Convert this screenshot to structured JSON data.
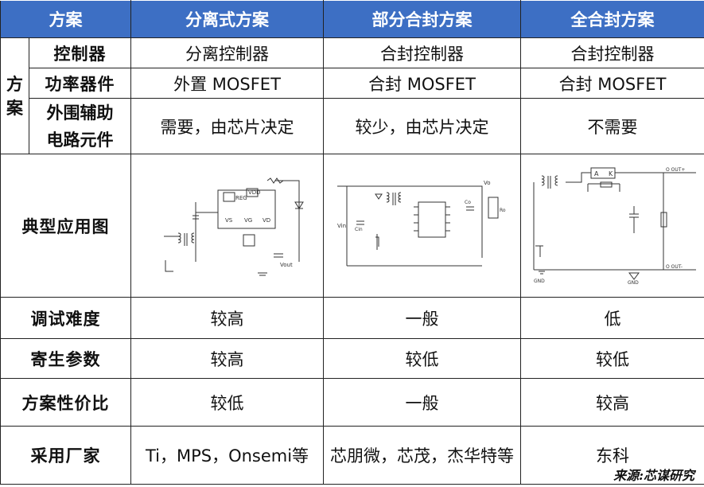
{
  "header": {
    "col0": "方案",
    "col1": "分离式方案",
    "col2": "部分合封方案",
    "col3": "全合封方案"
  },
  "group_label": [
    "方",
    "案"
  ],
  "rows": {
    "controller": {
      "label": "控制器",
      "c1": "分离控制器",
      "c2": "合封控制器",
      "c3": "合封控制器"
    },
    "power": {
      "label": "功率器件",
      "c1": "外置 MOSFET",
      "c2": "合封 MOSFET",
      "c3": "合封 MOSFET"
    },
    "aux": {
      "label_line1": "外围辅助",
      "label_line2": "电路元件",
      "c1": "需要，由芯片决定",
      "c2": "较少，由芯片决定",
      "c3": "不需要"
    },
    "diagram": {
      "label": "典型应用图"
    },
    "debug": {
      "label": "调试难度",
      "c1": "较高",
      "c2": "一般",
      "c3": "低"
    },
    "parasitic": {
      "label": "寄生参数",
      "c1": "较高",
      "c2": "较低",
      "c3": "较低"
    },
    "value": {
      "label": "方案性价比",
      "c1": "较低",
      "c2": "一般",
      "c3": "较高"
    },
    "vendors": {
      "label": "采用厂家",
      "c1": "Ti，MPS，Onsemi等",
      "c2": "芯朋微，芯茂，杰华特等",
      "c3": "东科"
    }
  },
  "diagram_text": {
    "d1": {
      "reg": "REG",
      "vdd": "VDD",
      "vs": "VS",
      "vg": "VG",
      "vd": "VD",
      "vout": "Vout"
    },
    "d2": {
      "vin": "Vin",
      "cin": "Cin",
      "vo": "Vo",
      "ro": "Ro",
      "co": "Co"
    },
    "d3": {
      "a": "A",
      "k": "K",
      "out_pos": "O OUT+",
      "out_neg": "O OUT-",
      "gnd1": "GND",
      "gnd2": "GND"
    }
  },
  "source": "来源:芯谋研究"
}
